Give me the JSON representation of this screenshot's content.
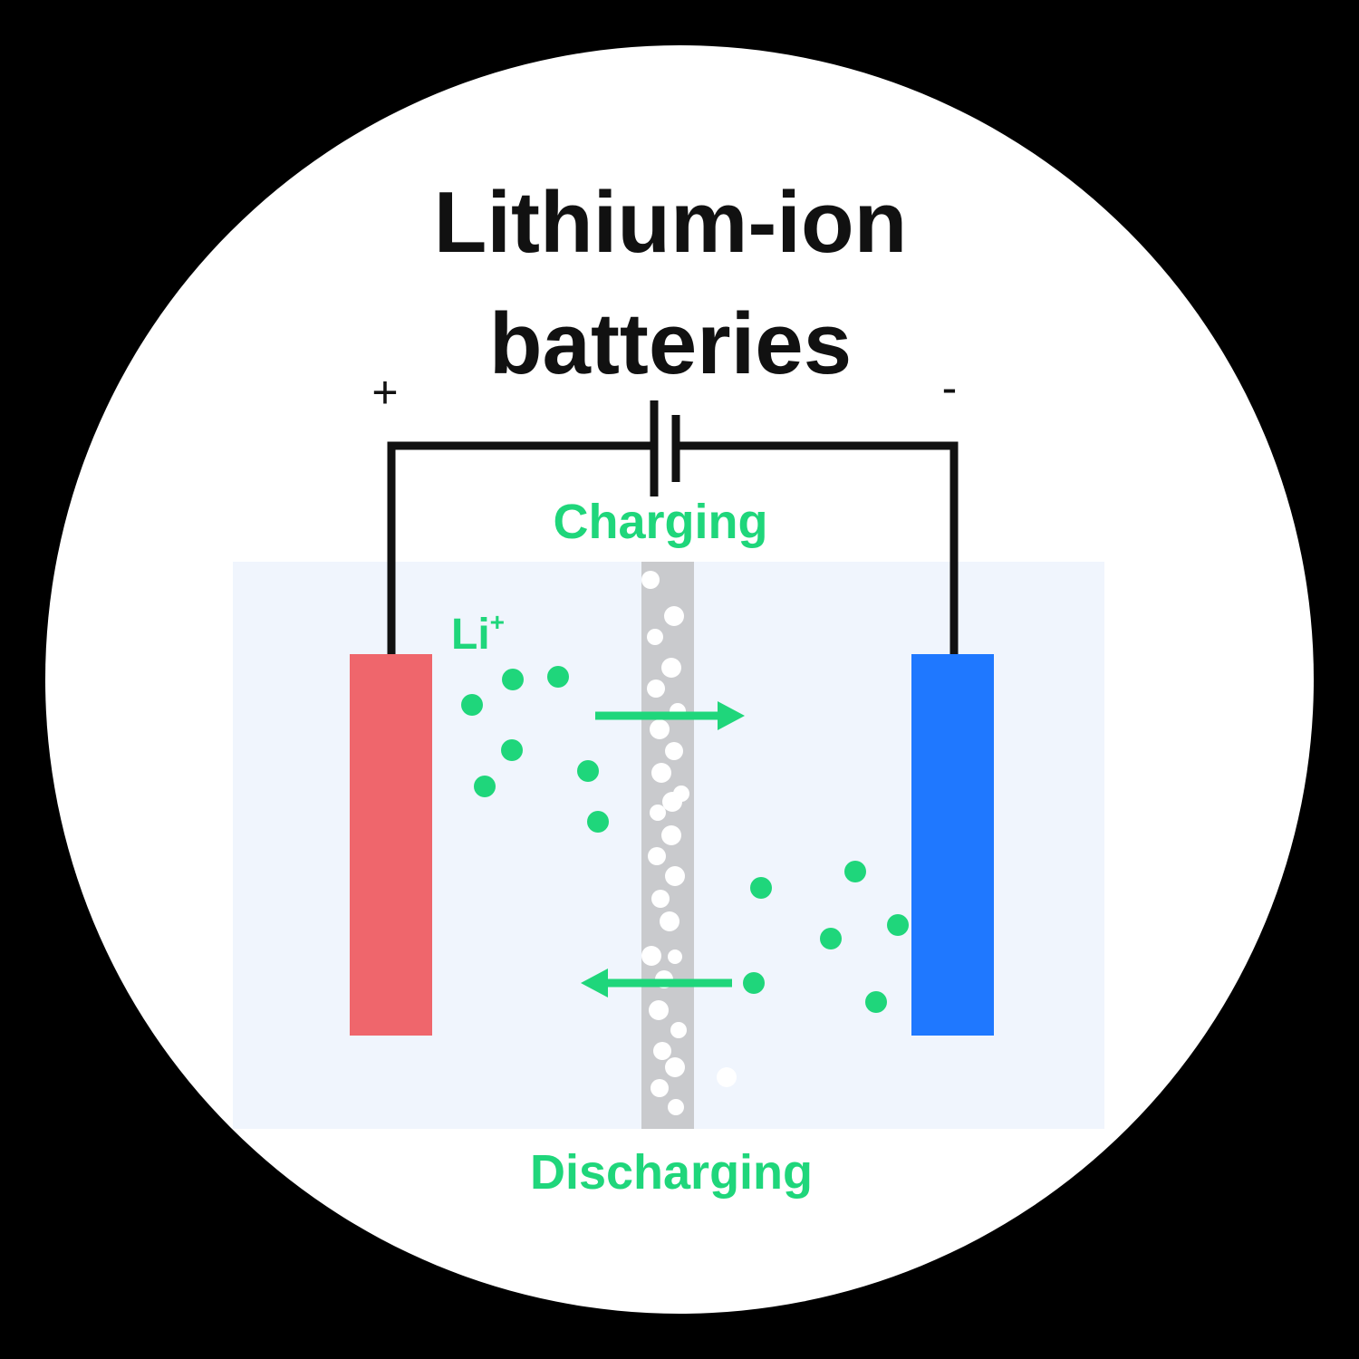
{
  "title": {
    "line1": "Lithium-ion",
    "line2": "batteries"
  },
  "terminals": {
    "positive": "+",
    "negative": "-"
  },
  "labels": {
    "charging": "Charging",
    "discharging": "Discharging",
    "ion": "Li",
    "ion_superscript": "+"
  },
  "colors": {
    "background": "#000000",
    "disc": "#ffffff",
    "electrolyte": "#f0f5fd",
    "cathode": "#ef666c",
    "anode": "#1f78ff",
    "separator": "#c9cacd",
    "ion": "#1fd67b",
    "wire": "#111111"
  }
}
